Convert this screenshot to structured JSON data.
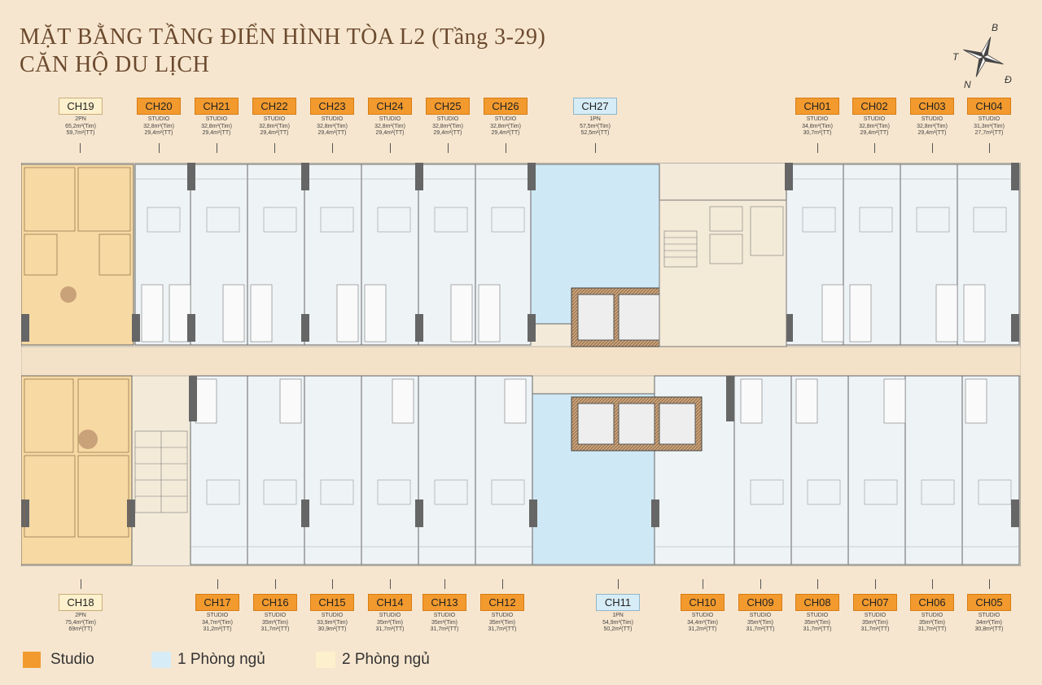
{
  "title": {
    "line1": "MẶT BẰNG  TẦNG ĐIỂN HÌNH TÒA L2 (Tầng 3-29)",
    "line2": "CĂN HỘ DU LỊCH"
  },
  "compass": {
    "b": "B",
    "t": "T",
    "n": "N",
    "d": "Đ"
  },
  "colors": {
    "studio": "#f29a2e",
    "one_bed": "#d6ecf6",
    "two_bed": "#fdf0cc"
  },
  "top_units": [
    {
      "code": "CH19",
      "type": "2PN",
      "tim": "65,2m²(Tim)",
      "tt": "59,7m²(TT)",
      "kind": "t"
    },
    {
      "code": "CH20",
      "type": "STUDIO",
      "tim": "32,8m²(Tim)",
      "tt": "29,4m²(TT)",
      "kind": "s"
    },
    {
      "code": "CH21",
      "type": "STUDIO",
      "tim": "32,8m²(Tim)",
      "tt": "29,4m²(TT)",
      "kind": "s"
    },
    {
      "code": "CH22",
      "type": "STUDIO",
      "tim": "32,8m²(Tim)",
      "tt": "29,4m²(TT)",
      "kind": "s"
    },
    {
      "code": "CH23",
      "type": "STUDIO",
      "tim": "32,8m²(Tim)",
      "tt": "29,4m²(TT)",
      "kind": "s"
    },
    {
      "code": "CH24",
      "type": "STUDIO",
      "tim": "32,8m²(Tim)",
      "tt": "29,4m²(TT)",
      "kind": "s"
    },
    {
      "code": "CH25",
      "type": "STUDIO",
      "tim": "32,8m²(Tim)",
      "tt": "29,4m²(TT)",
      "kind": "s"
    },
    {
      "code": "CH26",
      "type": "STUDIO",
      "tim": "32,8m²(Tim)",
      "tt": "29,4m²(TT)",
      "kind": "s"
    },
    {
      "code": "CH27",
      "type": "1PN",
      "tim": "57,5m²(Tim)",
      "tt": "52,5m²(TT)",
      "kind": "o"
    },
    {
      "code": "CH01",
      "type": "STUDIO",
      "tim": "34,8m²(Tim)",
      "tt": "30,7m²(TT)",
      "kind": "s"
    },
    {
      "code": "CH02",
      "type": "STUDIO",
      "tim": "32,8m²(Tim)",
      "tt": "29,4m²(TT)",
      "kind": "s"
    },
    {
      "code": "CH03",
      "type": "STUDIO",
      "tim": "32,8m²(Tim)",
      "tt": "29,4m²(TT)",
      "kind": "s"
    },
    {
      "code": "CH04",
      "type": "STUDIO",
      "tim": "31,3m²(Tim)",
      "tt": "27,7m²(TT)",
      "kind": "s"
    }
  ],
  "bottom_units": [
    {
      "code": "CH18",
      "type": "2PN",
      "tim": "75,4m²(Tim)",
      "tt": "69m²(TT)",
      "kind": "t"
    },
    {
      "code": "CH17",
      "type": "STUDIO",
      "tim": "34,7m²(Tim)",
      "tt": "31,2m²(TT)",
      "kind": "s"
    },
    {
      "code": "CH16",
      "type": "STUDIO",
      "tim": "35m²(Tim)",
      "tt": "31,7m²(TT)",
      "kind": "s"
    },
    {
      "code": "CH15",
      "type": "STUDIO",
      "tim": "33,9m²(Tim)",
      "tt": "30,9m²(TT)",
      "kind": "s"
    },
    {
      "code": "CH14",
      "type": "STUDIO",
      "tim": "35m²(Tim)",
      "tt": "31,7m²(TT)",
      "kind": "s"
    },
    {
      "code": "CH13",
      "type": "STUDIO",
      "tim": "35m²(Tim)",
      "tt": "31,7m²(TT)",
      "kind": "s"
    },
    {
      "code": "CH12",
      "type": "STUDIO",
      "tim": "35m²(Tim)",
      "tt": "31,7m²(TT)",
      "kind": "s"
    },
    {
      "code": "CH11",
      "type": "1PN",
      "tim": "54,9m²(Tim)",
      "tt": "50,2m²(TT)",
      "kind": "o"
    },
    {
      "code": "CH10",
      "type": "STUDIO",
      "tim": "34,4m²(Tim)",
      "tt": "31,2m²(TT)",
      "kind": "s"
    },
    {
      "code": "CH09",
      "type": "STUDIO",
      "tim": "35m²(Tim)",
      "tt": "31,7m²(TT)",
      "kind": "s"
    },
    {
      "code": "CH08",
      "type": "STUDIO",
      "tim": "35m²(Tim)",
      "tt": "31,7m²(TT)",
      "kind": "s"
    },
    {
      "code": "CH07",
      "type": "STUDIO",
      "tim": "35m²(Tim)",
      "tt": "31,7m²(TT)",
      "kind": "s"
    },
    {
      "code": "CH06",
      "type": "STUDIO",
      "tim": "35m²(Tim)",
      "tt": "31,7m²(TT)",
      "kind": "s"
    },
    {
      "code": "CH05",
      "type": "STUDIO",
      "tim": "34m²(Tim)",
      "tt": "30,8m²(TT)",
      "kind": "s"
    }
  ],
  "legend": [
    {
      "label": "Studio",
      "color": "#f29a2e"
    },
    {
      "label": "1 Phòng ngủ",
      "color": "#d6ecf6"
    },
    {
      "label": "2 Phòng ngủ",
      "color": "#fdf0cc"
    }
  ]
}
